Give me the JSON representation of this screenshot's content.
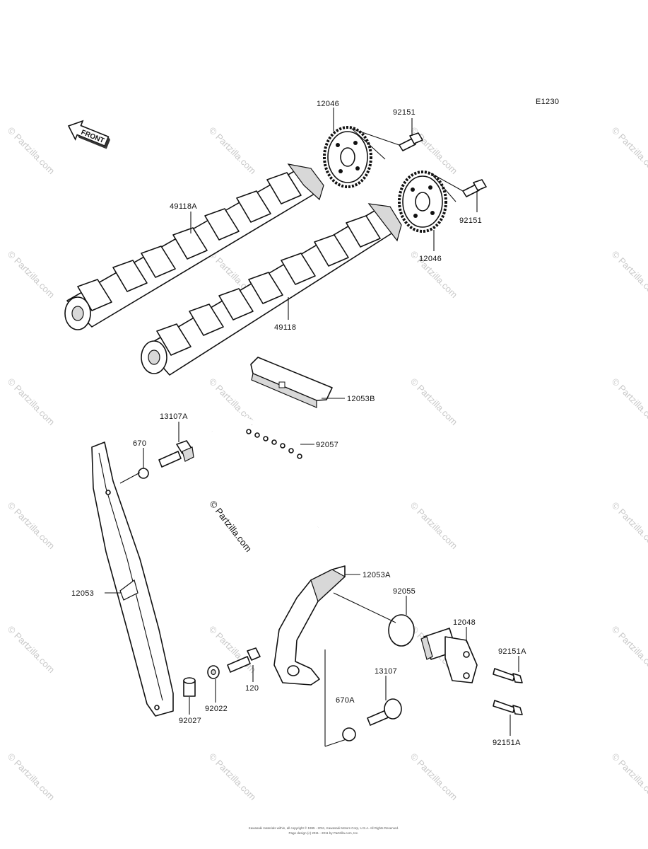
{
  "diagram_code": "E1230",
  "front_label": "FRONT",
  "watermark_text": "© Partzilla.com",
  "center_watermark": "© Partzilla.com",
  "parts": {
    "sprocket_top": "12046",
    "bolt_top": "92151",
    "bolt_right": "92151",
    "sprocket_right": "12046",
    "camshaft_upper": "49118A",
    "camshaft_lower": "49118",
    "guide_top": "12053B",
    "chain": "92057",
    "bolt_13107a": "13107A",
    "oring_670": "670",
    "guide_left": "12053",
    "guide_right": "12053A",
    "oring_92055": "92055",
    "tensioner": "12048",
    "bolt_92151a_upper": "92151A",
    "bolt_92151a_lower": "92151A",
    "bolt_13107": "13107",
    "oring_670a": "670A",
    "bolt_120": "120",
    "washer_92022": "92022",
    "collar_92027": "92027"
  },
  "footer": {
    "line1": "Kawasaki materials within, all copyright © 1995 - 2011, Kawasaki Motors Corp, U.S.A. All Rights Reserved.",
    "line2": "Page design (c) 2011 - 2011 by Partzilla.com, Inc."
  }
}
